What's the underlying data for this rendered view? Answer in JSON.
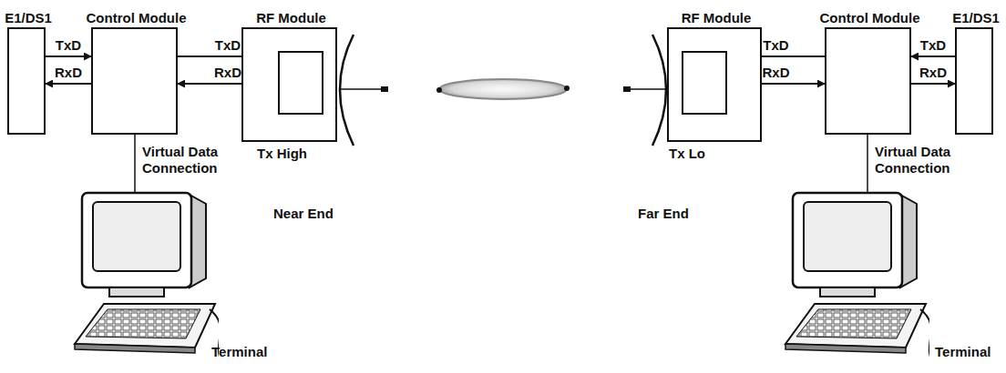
{
  "diagram": {
    "nodes": [
      {
        "text": [
          "E1/DS1"
        ]
      },
      {
        "text": [
          "Control Module"
        ]
      },
      {
        "text": [
          "RF Module"
        ]
      },
      {
        "text": [
          "RF Module"
        ]
      },
      {
        "text": [
          "Control Module"
        ]
      },
      {
        "text": [
          "E1/DS1"
        ]
      }
    ],
    "edges": [
      {
        "from": 0,
        "to": 1,
        "label": "TxD",
        "arrow": "to"
      },
      {
        "from": 1,
        "to": 0,
        "label": "RxD",
        "arrow": "to"
      },
      {
        "from": 1,
        "to": 2,
        "label": "TxD",
        "arrow": "to"
      },
      {
        "from": 2,
        "to": 1,
        "label": "RxD",
        "arrow": "to"
      },
      {
        "from": 4,
        "to": 3,
        "label": "TxD",
        "arrow": "to"
      },
      {
        "from": 3,
        "to": 4,
        "label": "RxD",
        "arrow": "to"
      },
      {
        "from": 5,
        "to": 4,
        "label": "TxD",
        "arrow": "to"
      },
      {
        "from": 4,
        "to": 5,
        "label": "RxD",
        "arrow": "to"
      }
    ],
    "labels": [
      "Virtual Data Connection",
      "Tx High",
      "Near End",
      "Tx Lo",
      "Virtual Data Connection",
      "Far End",
      "Terminal",
      "Terminal"
    ]
  }
}
